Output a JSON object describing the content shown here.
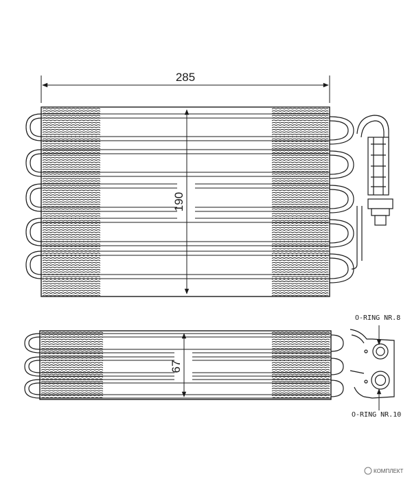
{
  "drawing": {
    "top_view": {
      "width_dimension": "285",
      "height_dimension": "190"
    },
    "side_view": {
      "depth_dimension": "67",
      "oring_small_label": "O-RING NR.8",
      "oring_large_label": "O-RING NR.10"
    }
  },
  "watermark": {
    "text": "КОМПЛЕКТ"
  },
  "colors": {
    "line": "#1a1a1a",
    "background": "#ffffff"
  }
}
